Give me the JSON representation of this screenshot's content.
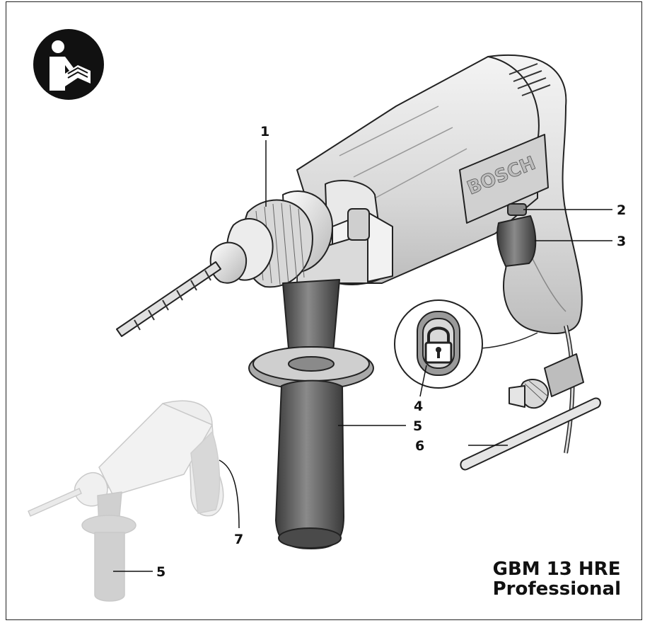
{
  "brand_logo_text": "BOSCH",
  "icons": {
    "manual": "read-manual-icon",
    "lock": "padlock-icon"
  },
  "callouts": [
    {
      "id": "1",
      "text": "1"
    },
    {
      "id": "2",
      "text": "2"
    },
    {
      "id": "3",
      "text": "3"
    },
    {
      "id": "4",
      "text": "4"
    },
    {
      "id": "5",
      "text": "5"
    },
    {
      "id": "6",
      "text": "6"
    },
    {
      "id": "7",
      "text": "7"
    },
    {
      "id": "5b",
      "text": "5"
    }
  ],
  "model": {
    "line1": "GBM 13 HRE",
    "line2": "Professional"
  },
  "colors": {
    "outline": "#222222",
    "body_light": "#e6e6e6",
    "body_mid": "#c8c8c8",
    "grip_dark": "#5a5a5a",
    "ghost": "#cfcfcf"
  }
}
